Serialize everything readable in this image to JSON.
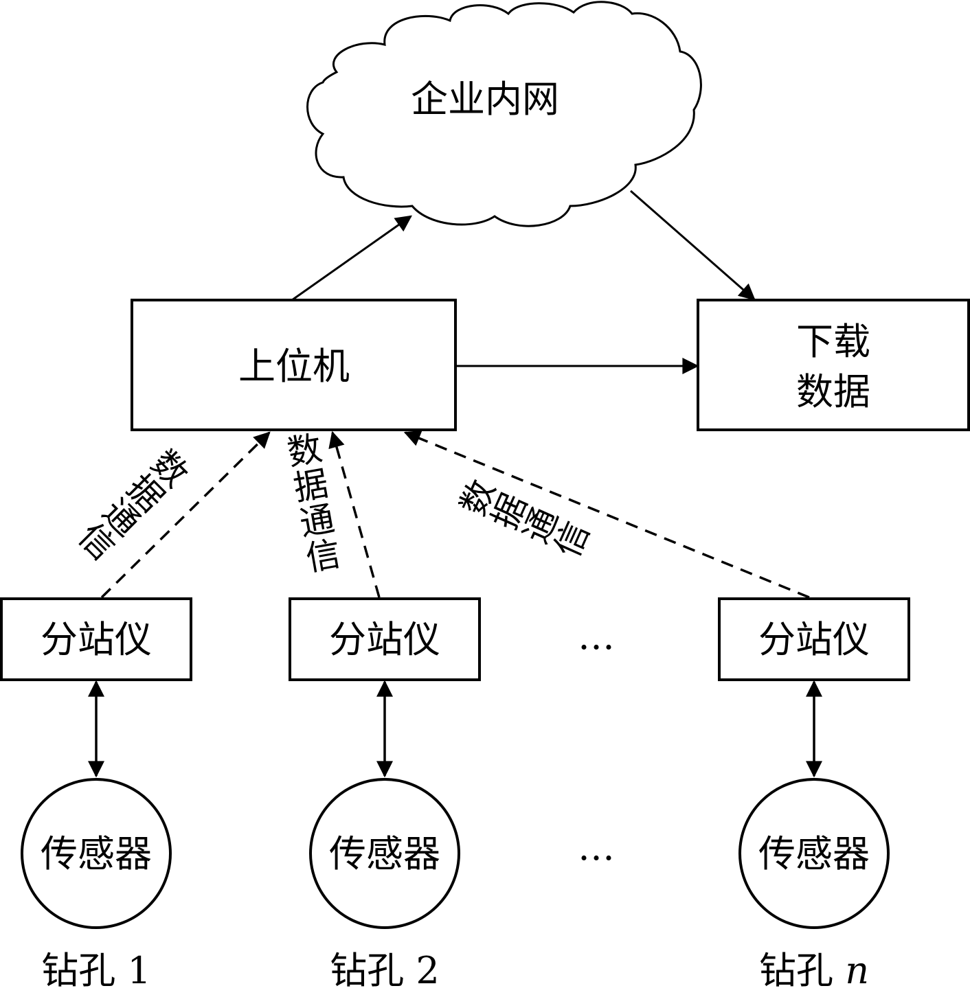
{
  "cloud": {
    "label": "企业内网"
  },
  "host": {
    "label": "上位机"
  },
  "download": {
    "line1": "下载",
    "line2": "数据"
  },
  "comm_label": "数据通信",
  "comm_chars": [
    "数",
    "据",
    "通",
    "信"
  ],
  "substation_label": "分站仪",
  "sensor_label": "传感器",
  "ellipsis": "…",
  "boreholes": [
    {
      "prefix": "钻孔 ",
      "number": "1"
    },
    {
      "prefix": "钻孔 ",
      "number": "2"
    },
    {
      "prefix": "钻孔 ",
      "number": "n"
    }
  ]
}
